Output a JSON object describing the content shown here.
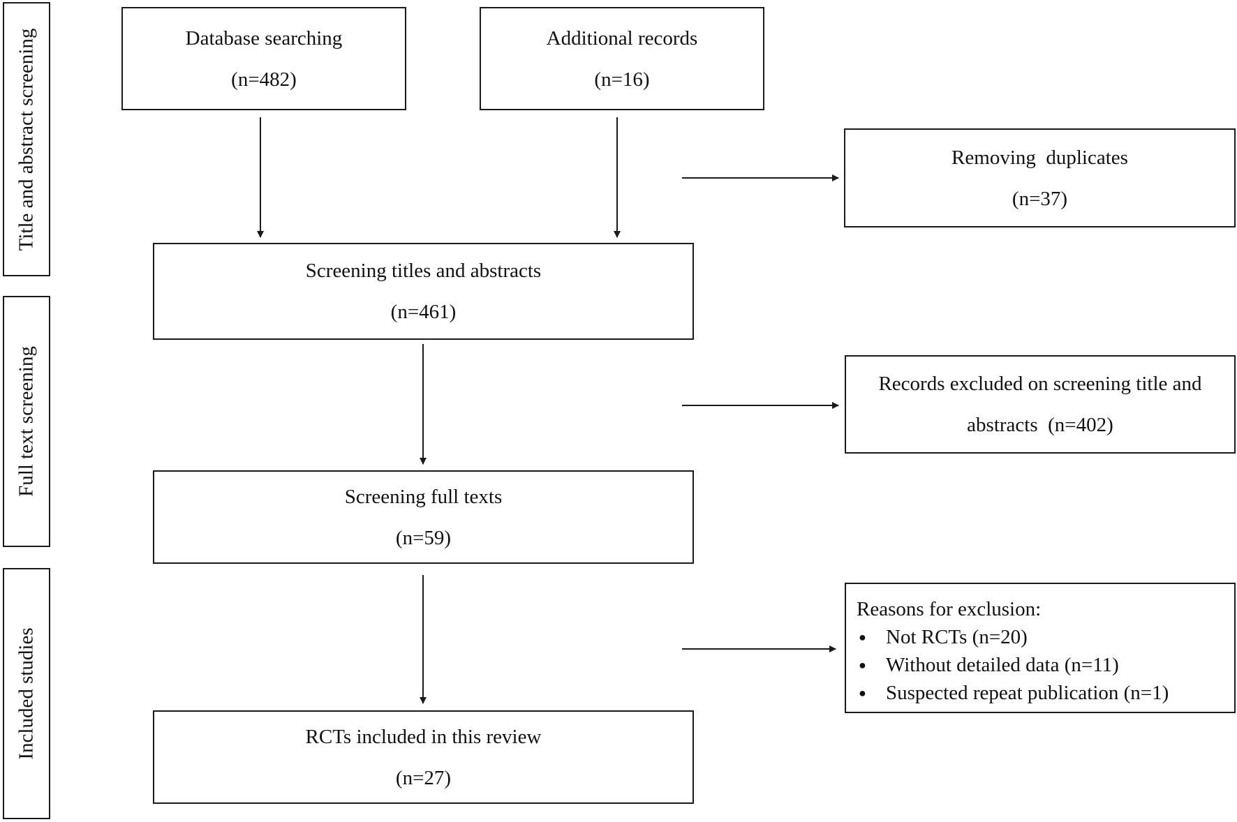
{
  "stages": [
    {
      "label": "Title and abstract screening"
    },
    {
      "label": "Full text screening"
    },
    {
      "label": "Included studies"
    }
  ],
  "boxes": {
    "database": {
      "title": "Database searching",
      "count": "(n=482)"
    },
    "additional": {
      "title": "Additional records",
      "count": "(n=16)"
    },
    "duplicates": {
      "title": "Removing  duplicates",
      "count": "(n=37)"
    },
    "screening_titles": {
      "title": "Screening titles and abstracts",
      "count": "(n=461)"
    },
    "excluded_titles": {
      "title": "Records excluded on screening title and",
      "count": "abstracts  (n=402)"
    },
    "full_texts": {
      "title": "Screening full texts",
      "count": "(n=59)"
    },
    "included": {
      "title": "RCTs included in this review",
      "count": "(n=27)"
    }
  },
  "reasons": {
    "heading": "Reasons for exclusion:",
    "items": [
      "Not RCTs (n=20)",
      "Without detailed data (n=11)",
      "Suspected repeat publication (n=1)"
    ]
  }
}
